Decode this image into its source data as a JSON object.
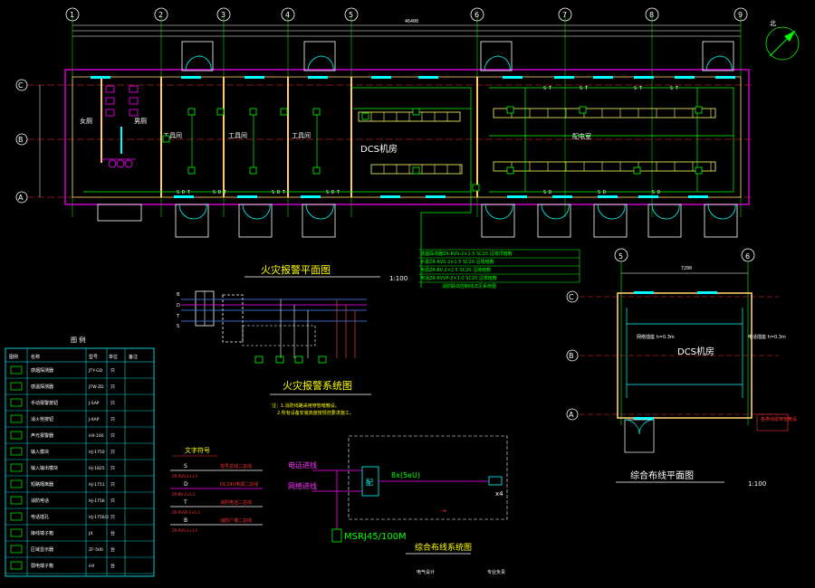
{
  "colors": {
    "background": "#000000",
    "axis": "#00ff00",
    "wall": "#ff00ff",
    "column": "#ffcc66",
    "window": "#00ffff",
    "door": "#00ffff",
    "fire_wire": "#00ff00",
    "alarm_wire": "#ff3333",
    "dim": "#ffffff",
    "title": "#ffff00",
    "legend_frame": "#00ffff"
  },
  "column_axes": [
    "1",
    "2",
    "3",
    "4",
    "5",
    "6",
    "7",
    "8",
    "9"
  ],
  "row_axes": [
    "C",
    "B",
    "A"
  ],
  "overall_dim": "46400",
  "main_rooms": {
    "toilet_f": "女厕",
    "toilet_m": "男厕",
    "tool1": "工具间",
    "tool2": "工具间",
    "tool3": "工具间",
    "dcs": "DCS机房",
    "switch": "配电室"
  },
  "fire_plan_title": "火灾报警平面图",
  "fire_plan_scale": "1:100",
  "fire_sys_title": "火灾报警系统图",
  "fire_sys_notes": [
    "注：1.消防线路采用穿管暗敷设。",
    "2.所有设备安装高度按规范要求施工。"
  ],
  "legend_title": "图  例",
  "legend_headers": [
    "图例",
    "名称",
    "型号",
    "单位",
    "备注"
  ],
  "legend_rows": [
    {
      "icon": "smoke-detector",
      "name": "感烟探测器",
      "model": "JTY-GD",
      "unit": "只"
    },
    {
      "icon": "heat-detector",
      "name": "感温探测器",
      "model": "JTW-ZD",
      "unit": "只"
    },
    {
      "icon": "manual-alarm",
      "name": "手动报警按钮",
      "model": "J-SAP",
      "unit": "只"
    },
    {
      "icon": "hydrant-button",
      "name": "消火栓按钮",
      "model": "J-XAP",
      "unit": "只"
    },
    {
      "icon": "sound-light-alarm",
      "name": "声光报警器",
      "model": "HX-100",
      "unit": "只"
    },
    {
      "icon": "input-module",
      "name": "输入模块",
      "model": "HJ-1750",
      "unit": "只"
    },
    {
      "icon": "io-module",
      "name": "输入输出模块",
      "model": "HJ-1825",
      "unit": "只"
    },
    {
      "icon": "isolator",
      "name": "短路隔离器",
      "model": "HJ-1751",
      "unit": "只"
    },
    {
      "icon": "fire-phone",
      "name": "消防电话",
      "model": "HJ-1756",
      "unit": "只"
    },
    {
      "icon": "phone-jack",
      "name": "电话插孔",
      "model": "HJ-1756/2",
      "unit": "只"
    },
    {
      "icon": "junction-box",
      "name": "接线端子箱",
      "model": "JX",
      "unit": "台"
    },
    {
      "icon": "area-display",
      "name": "区域显示器",
      "model": "ZF-500",
      "unit": "台"
    },
    {
      "icon": "terminal-box",
      "name": "弱电端子箱",
      "model": "HX",
      "unit": "台"
    }
  ],
  "wire_legend_title": "文字符号",
  "wire_legend": [
    {
      "code": "S",
      "desc": "信号总线二总线",
      "spec": "ZR-RVS-2×1.5"
    },
    {
      "code": "D",
      "desc": "DC24V电源二总线",
      "spec": "ZR-BV-2×2.5"
    },
    {
      "code": "T",
      "desc": "消防电话二总线",
      "spec": "ZR-RVVP-2×1.0"
    },
    {
      "code": "B",
      "desc": "消防广播二总线",
      "spec": "ZR-RVS-2×1.5"
    }
  ],
  "fire_plan_notes": [
    "感烟探测器ZR-RVS-2×1.5 SC20 沿墙顶暗敷",
    "手报ZR-RVS-2×1.5 SC20 沿墙暗敷",
    "电源ZR-BV-2×2.5 SC20 沿墙暗敷",
    "电话ZR-RVVP-2×1.0 SC20 沿墙暗敷",
    "消防联动控制线详见系统图"
  ],
  "comm_sys_title": "综合布线系统图",
  "comm_sys": {
    "phone_line": "电话进线",
    "net_line": "网络进线",
    "cable": "8x(5eU)",
    "count": "x4",
    "jack": "MSRJ45/100M",
    "cabinet": "配"
  },
  "comm_plan_title": "综合布线平面图",
  "comm_plan_scale": "1:100",
  "comm_plan": {
    "axes_x": [
      "5",
      "6"
    ],
    "axes_y": [
      "C",
      "B",
      "A"
    ],
    "room": "DCS机房",
    "dim": "7200",
    "note1": "网络插座 h=0.3m",
    "note2": "电话插座 h=0.3m",
    "red_note": "各类线缆穿管敷设"
  },
  "bottom_labels": [
    "电气设计",
    "专业负责"
  ],
  "north": "北"
}
